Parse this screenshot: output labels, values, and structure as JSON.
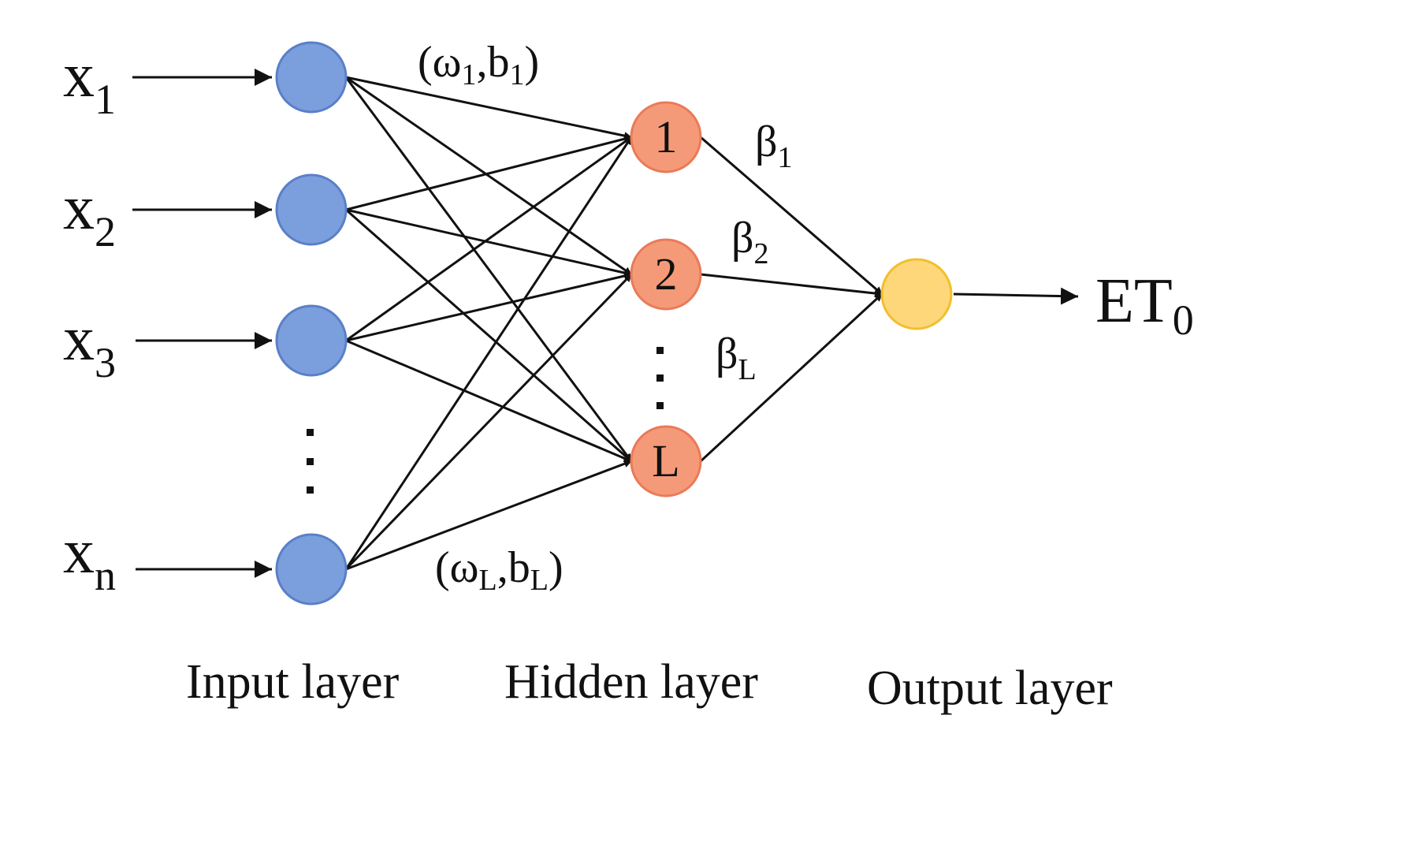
{
  "diagram": {
    "inputs": [
      {
        "base": "x",
        "sub": "1"
      },
      {
        "base": "x",
        "sub": "2"
      },
      {
        "base": "x",
        "sub": "3"
      },
      {
        "base": "x",
        "sub": "n"
      }
    ],
    "hidden_nodes": [
      {
        "label": "1"
      },
      {
        "label": "2"
      },
      {
        "label": "L"
      }
    ],
    "weights": {
      "top": {
        "open": "(",
        "w": "ω",
        "w_sub": "1",
        "comma": ",",
        "b": "b",
        "b_sub": "1",
        "close": ")"
      },
      "bottom": {
        "open": "(",
        "w": "ω",
        "w_sub": "L",
        "comma": ",",
        "b": "b",
        "b_sub": "L",
        "close": ")"
      }
    },
    "betas": [
      {
        "base": "β",
        "sub": "1"
      },
      {
        "base": "β",
        "sub": "2"
      },
      {
        "base": "β",
        "sub": "L"
      }
    ],
    "output": {
      "base": "ET",
      "sub": "0"
    },
    "layers": {
      "input": "Input layer",
      "hidden": "Hidden layer",
      "output": "Output layer"
    },
    "colors": {
      "input_fill": "#7b9fdc",
      "input_stroke": "#5b7fc8",
      "hidden_fill": "#f59a78",
      "hidden_stroke": "#ea7a58",
      "output_fill": "#fdd77a",
      "output_stroke": "#f2bf2c",
      "edge": "#111111"
    }
  }
}
